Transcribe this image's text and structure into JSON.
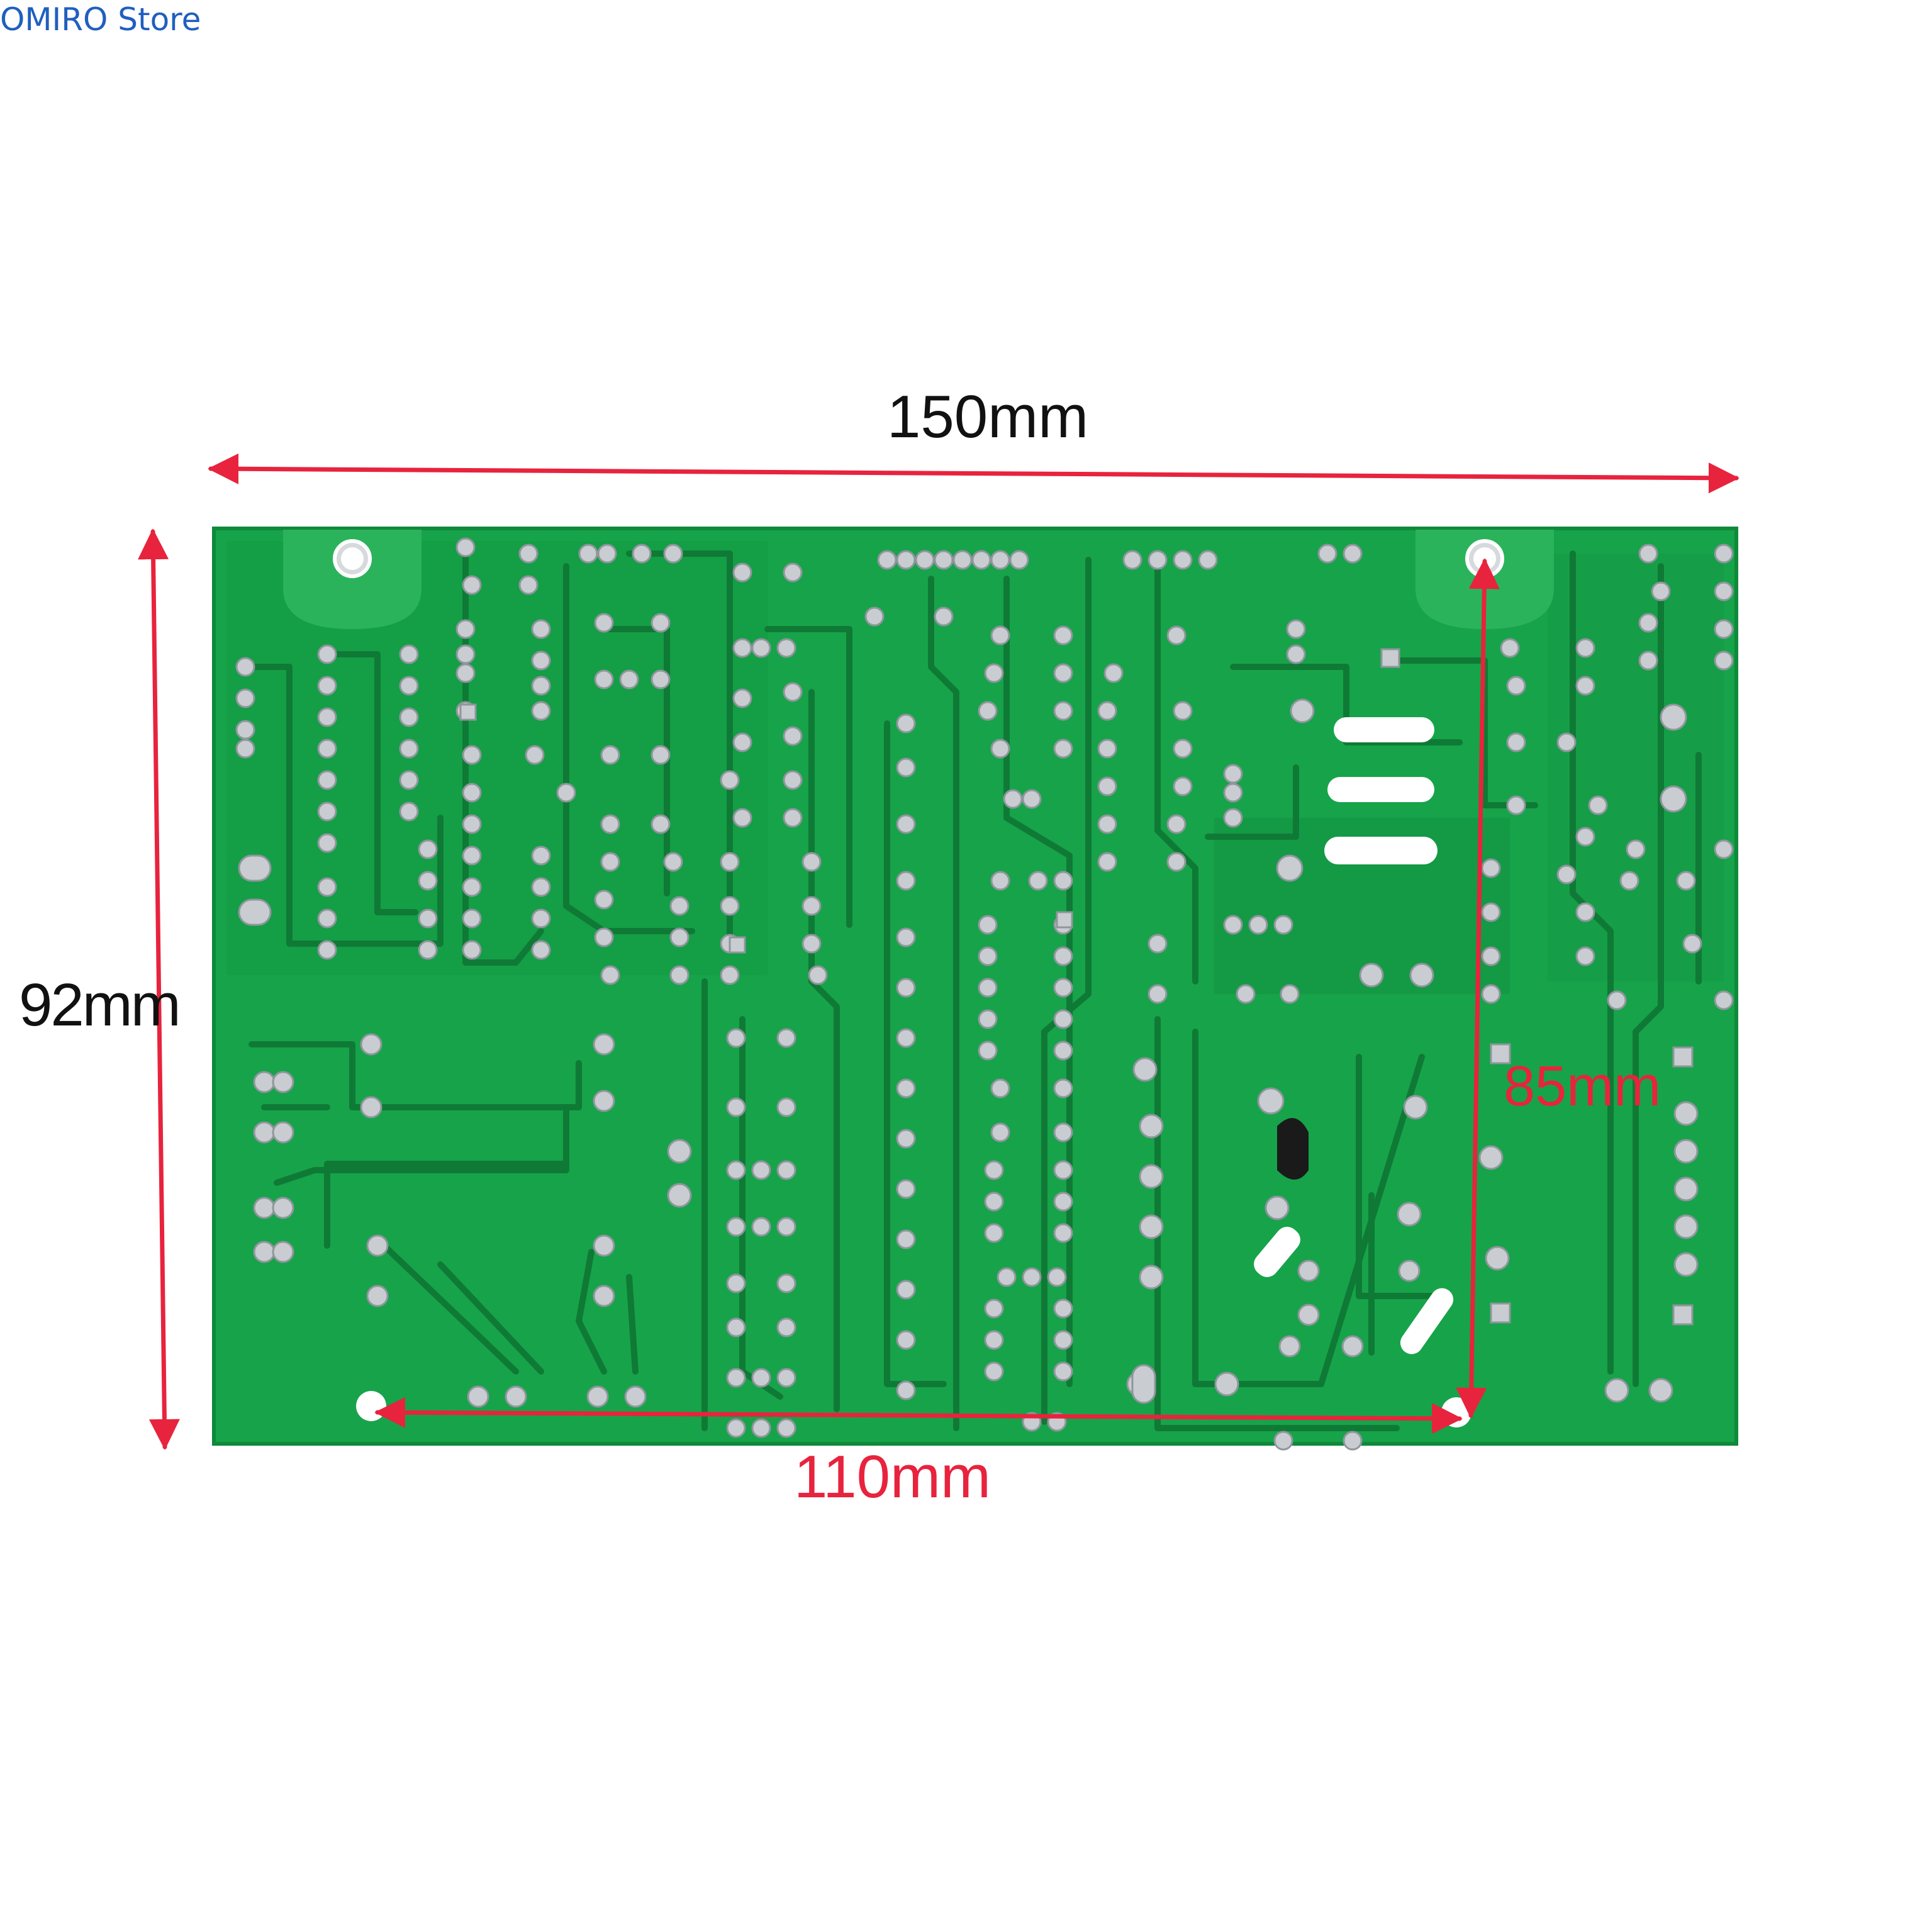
{
  "store": {
    "name": "OMIRO Store"
  },
  "dimensions": {
    "width_label": "150mm",
    "height_label": "92mm",
    "hole_vertical_label": "85mm",
    "hole_horizontal_label": "110mm"
  },
  "colors": {
    "background": "#ffffff",
    "board": "#17a34a",
    "trace": "#0f7a35",
    "pad": "#c9cdd1",
    "arrow": "#e8233d",
    "store_text": "#1f5fbf",
    "label_dark": "#111111",
    "label_red": "#e8233d"
  }
}
